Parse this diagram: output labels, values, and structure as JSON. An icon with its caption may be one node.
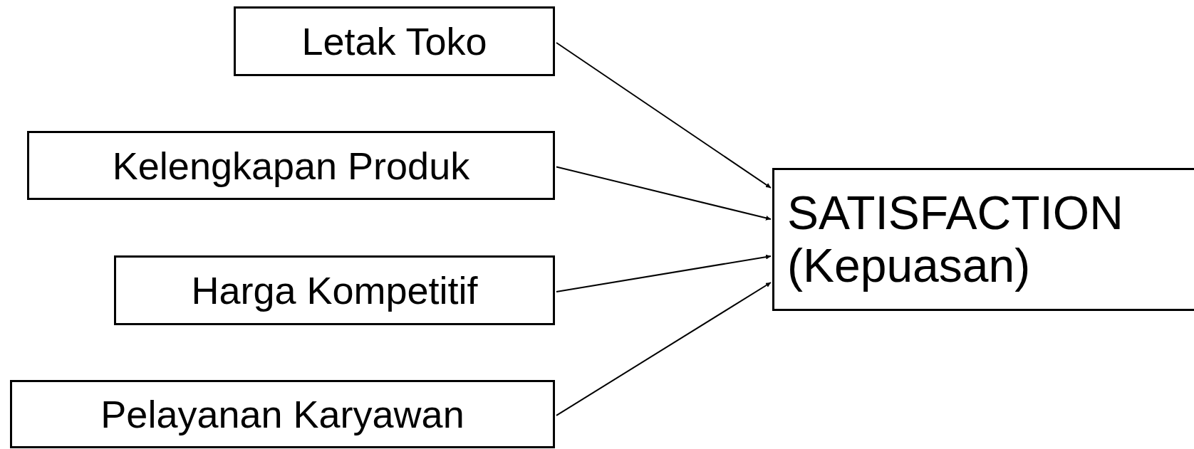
{
  "diagram": {
    "nodes": [
      {
        "text": [
          "Letak Toko"
        ]
      },
      {
        "text": [
          "Kelengkapan Produk"
        ]
      },
      {
        "text": [
          "Harga Kompetitif"
        ]
      },
      {
        "text": [
          "Pelayanan Karyawan"
        ]
      },
      {
        "text": [
          "SATISFACTION (Kepuasan)"
        ]
      }
    ],
    "edges": [
      {
        "from": 0,
        "to": 4,
        "arrow": "to"
      },
      {
        "from": 1,
        "to": 4,
        "arrow": "to"
      },
      {
        "from": 2,
        "to": 4,
        "arrow": "to"
      },
      {
        "from": 3,
        "to": 4,
        "arrow": "to"
      }
    ]
  }
}
